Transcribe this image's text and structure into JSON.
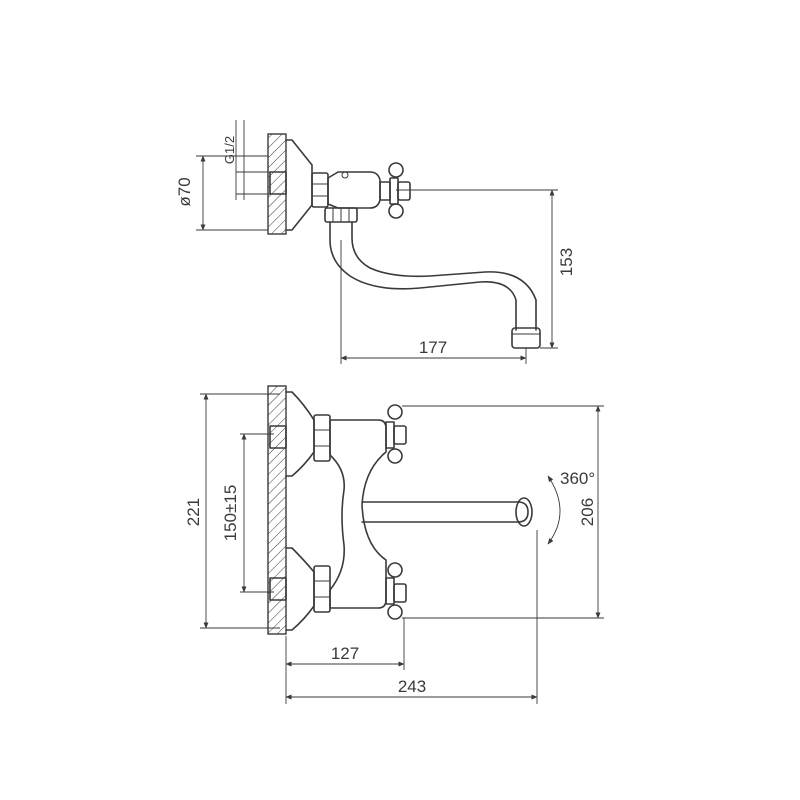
{
  "diagram": {
    "side_view": {
      "labels": {
        "thread": "G1/2",
        "diameter": "ø70",
        "height": "153",
        "reach": "177"
      }
    },
    "front_view": {
      "labels": {
        "overall_height": "221",
        "inlet_spacing": "150±15",
        "spout_height": "206",
        "handle_distance": "127",
        "spout_reach": "243",
        "rotation": "360°"
      }
    },
    "colors": {
      "line": "#3a3a3a",
      "background": "#ffffff"
    }
  }
}
